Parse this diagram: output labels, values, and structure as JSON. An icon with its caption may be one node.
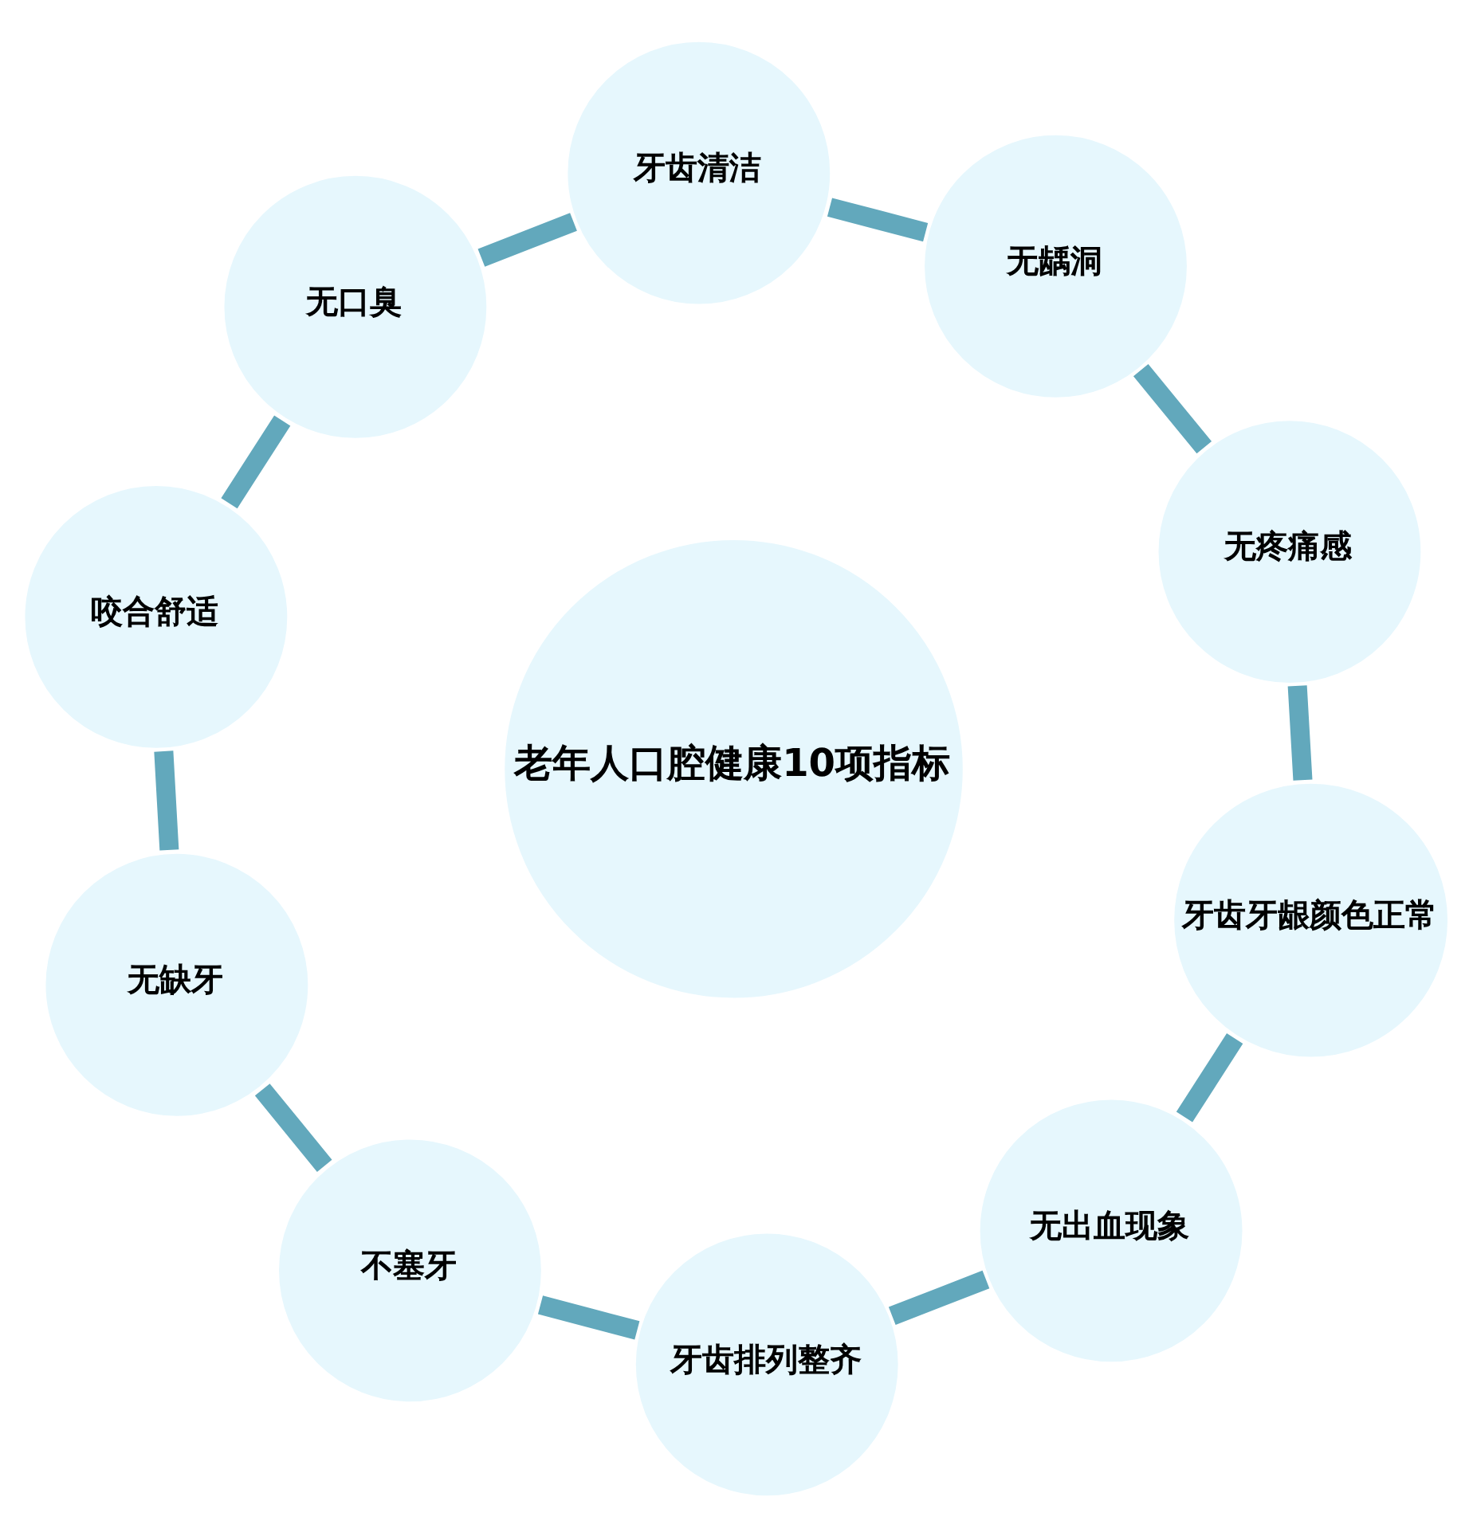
{
  "diagram": {
    "nodes": [
      {
        "text": [
          "老年人口腔健康10项指标"
        ]
      },
      {
        "text": [
          "牙齿清洁"
        ]
      },
      {
        "text": [
          "无龋洞"
        ]
      },
      {
        "text": [
          "无疼痛感"
        ]
      },
      {
        "text": [
          "牙齿牙龈颜色正常"
        ]
      },
      {
        "text": [
          "无出血现象"
        ]
      },
      {
        "text": [
          "牙齿排列整齐"
        ]
      },
      {
        "text": [
          "不塞牙"
        ]
      },
      {
        "text": [
          "无缺牙"
        ]
      },
      {
        "text": [
          "咬合舒适"
        ]
      },
      {
        "text": [
          "无口臭"
        ]
      }
    ],
    "edges": [
      {
        "from": 1,
        "to": 2,
        "arrow": "none"
      },
      {
        "from": 2,
        "to": 3,
        "arrow": "none"
      },
      {
        "from": 3,
        "to": 4,
        "arrow": "none"
      },
      {
        "from": 4,
        "to": 5,
        "arrow": "none"
      },
      {
        "from": 5,
        "to": 6,
        "arrow": "none"
      },
      {
        "from": 6,
        "to": 7,
        "arrow": "none"
      },
      {
        "from": 7,
        "to": 8,
        "arrow": "none"
      },
      {
        "from": 8,
        "to": 9,
        "arrow": "none"
      },
      {
        "from": 9,
        "to": 10,
        "arrow": "none"
      },
      {
        "from": 10,
        "to": 1,
        "arrow": "none"
      }
    ]
  }
}
